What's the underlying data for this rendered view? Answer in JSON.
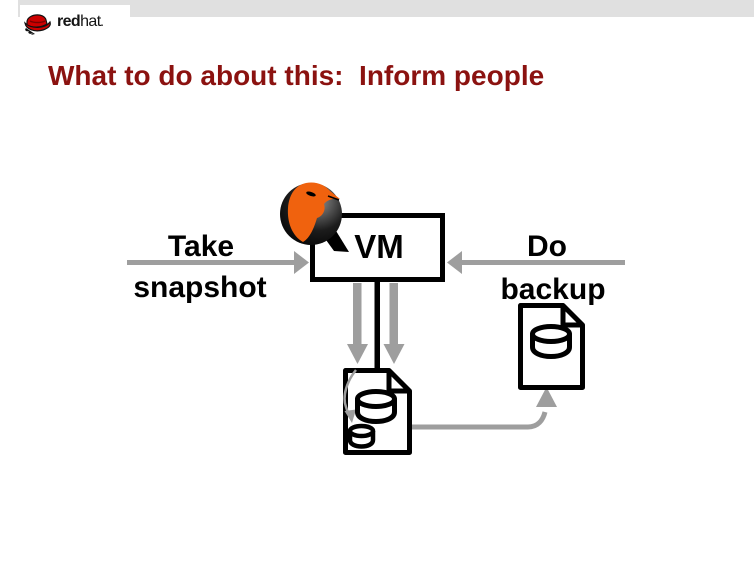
{
  "header": {
    "brand_bold": "red",
    "brand_light": "hat",
    "brand_mark": "."
  },
  "title": "What to do about this:  Inform people",
  "diagram": {
    "take_arrow": {
      "line1": "Take",
      "line2": "snapshot"
    },
    "vm_box": {
      "label": "VM"
    },
    "do_arrow": {
      "line1": "Do",
      "line2": "backup"
    }
  },
  "colors": {
    "title_maroon": "#8b1210",
    "top_band_gray": "#e0e0e0",
    "arrow_gray": "#9e9e9e",
    "outline_black": "#000000",
    "qemu_orange": "#f0620e",
    "redhat_red": "#cc0000"
  }
}
